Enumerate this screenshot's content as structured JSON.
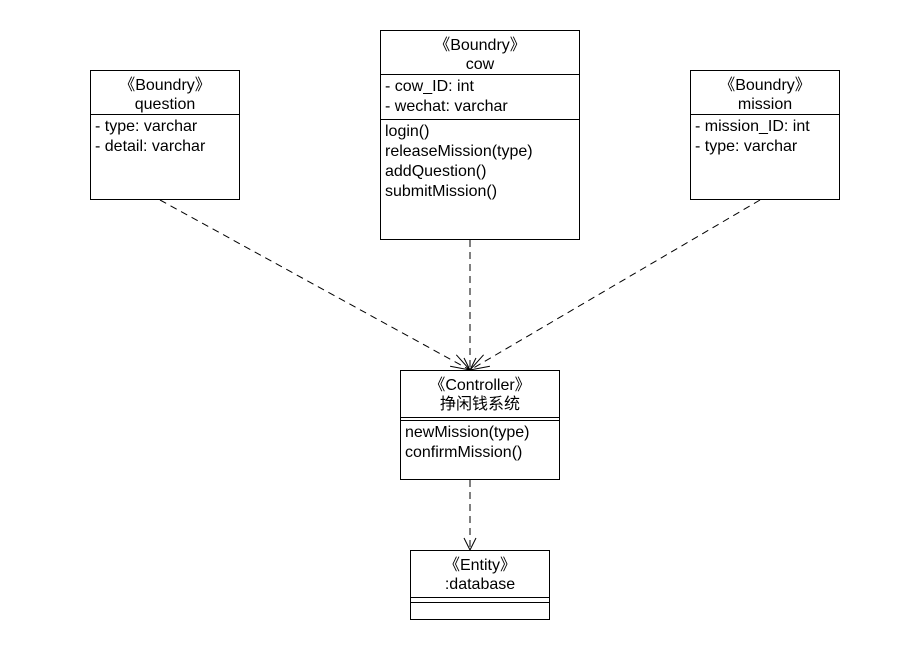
{
  "classes": {
    "question": {
      "stereotype": "《Boundry》",
      "name": "question",
      "attributes": [
        "- type: varchar",
        "- detail: varchar"
      ],
      "operations": []
    },
    "cow": {
      "stereotype": "《Boundry》",
      "name": "cow",
      "attributes": [
        "- cow_ID: int",
        "- wechat: varchar"
      ],
      "operations": [
        "login()",
        "releaseMission(type)",
        "addQuestion()",
        "submitMission()"
      ]
    },
    "mission": {
      "stereotype": "《Boundry》",
      "name": "mission",
      "attributes": [
        "- mission_ID: int",
        "- type: varchar"
      ],
      "operations": []
    },
    "controller": {
      "stereotype": "《Controller》",
      "name": "挣闲钱系统",
      "attributes": [],
      "operations": [
        "newMission(type)",
        "confirmMission()"
      ]
    },
    "database": {
      "stereotype": "《Entity》",
      "name": ":database",
      "attributes": [],
      "operations": []
    }
  },
  "relations": [
    {
      "from": "question",
      "to": "controller",
      "type": "dependency",
      "style": "dashed-arrow"
    },
    {
      "from": "cow",
      "to": "controller",
      "type": "dependency",
      "style": "dashed-arrow"
    },
    {
      "from": "mission",
      "to": "controller",
      "type": "dependency",
      "style": "dashed-arrow"
    },
    {
      "from": "controller",
      "to": "database",
      "type": "dependency",
      "style": "dashed-arrow"
    }
  ]
}
